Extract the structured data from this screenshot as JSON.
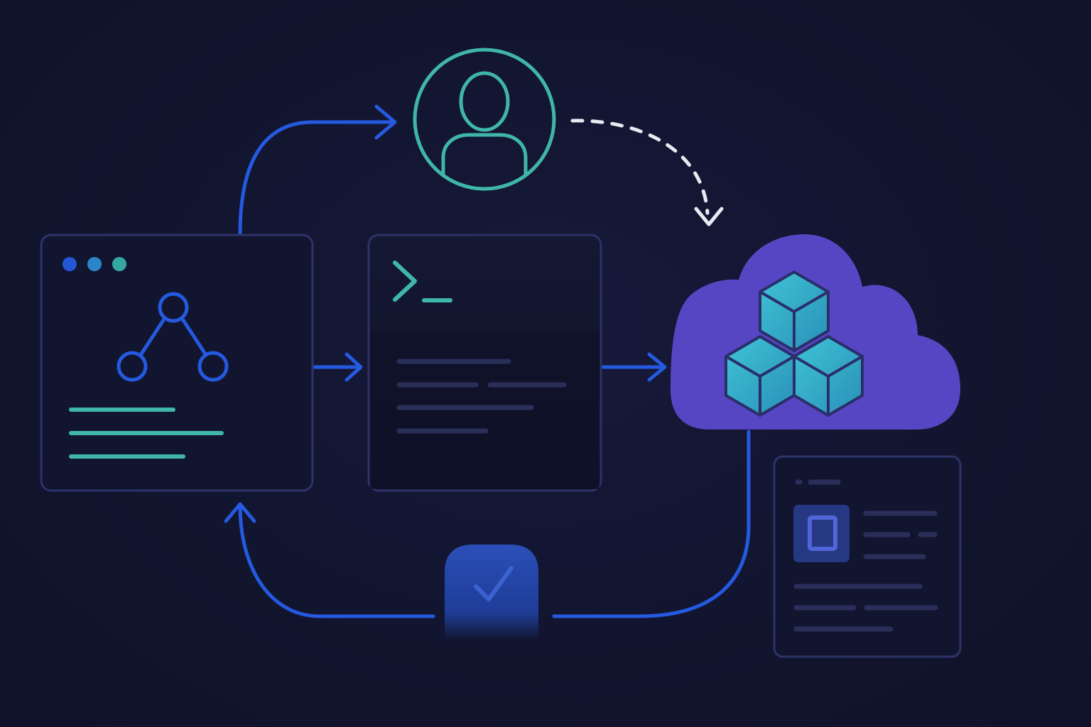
{
  "diagram": {
    "nodes": [
      {
        "id": "code-window",
        "kind": "window",
        "icon": "git-branch-icon",
        "window_controls": 3,
        "text_lines": 3
      },
      {
        "id": "user",
        "kind": "circle",
        "icon": "user-icon"
      },
      {
        "id": "terminal",
        "kind": "terminal",
        "icon": "terminal-prompt-icon",
        "output_lines": 5
      },
      {
        "id": "cloud",
        "kind": "cloud",
        "icon": "cubes-icon"
      },
      {
        "id": "resource-card",
        "kind": "card",
        "icon": "chip-icon",
        "text_lines": 6
      },
      {
        "id": "approval",
        "kind": "badge",
        "icon": "checkmark-icon"
      }
    ],
    "edges": [
      {
        "from": "code-window",
        "to": "user",
        "style": "solid"
      },
      {
        "from": "user",
        "to": "cloud",
        "style": "dashed"
      },
      {
        "from": "code-window",
        "to": "terminal",
        "style": "solid"
      },
      {
        "from": "terminal",
        "to": "cloud",
        "style": "solid"
      },
      {
        "from": "cloud",
        "to": "approval",
        "style": "solid"
      },
      {
        "from": "approval",
        "to": "code-window",
        "style": "solid"
      }
    ]
  },
  "colors": {
    "background": "#12152f",
    "panel_border": "#2c3368",
    "flow_blue": "#2459e0",
    "accent_teal": "#3fb6a8",
    "cloud_purple": "#5646c4",
    "cube_teal": "#35b3c9",
    "dashed_white": "#e8eaf2",
    "muted_line": "#2a2f5a"
  }
}
